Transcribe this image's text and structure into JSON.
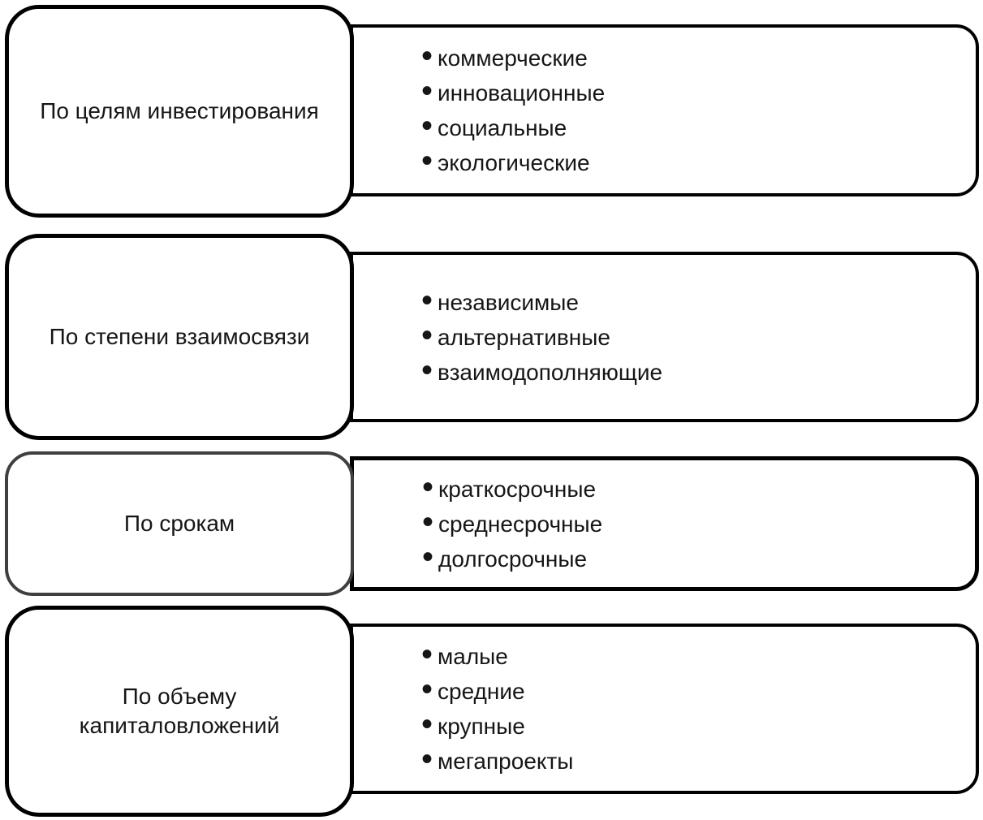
{
  "diagram": {
    "bullet_glyph": "•",
    "colors": {
      "border": "#000000",
      "row3_border": "#3f3f3f",
      "background": "#ffffff",
      "text": "#161616"
    },
    "rows": [
      {
        "label": "По целям инвестирования",
        "items": [
          "коммерческие",
          "инновационные",
          "социальные",
          "экологические"
        ]
      },
      {
        "label": "По степени взаимосвязи",
        "items": [
          "независимые",
          "альтернативные",
          "взаимодополняющие"
        ]
      },
      {
        "label": "По срокам",
        "items": [
          "краткосрочные",
          "среднесрочные",
          "долгосрочные"
        ]
      },
      {
        "label": "По объему капиталовложений",
        "items": [
          "малые",
          "средние",
          "крупные",
          "мегапроекты"
        ]
      }
    ]
  }
}
